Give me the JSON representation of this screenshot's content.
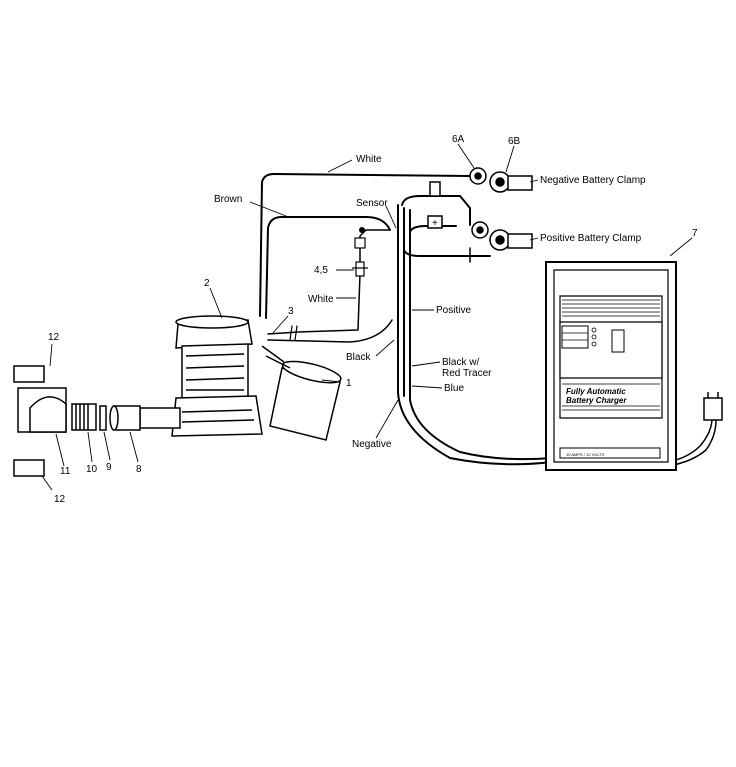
{
  "labels": {
    "white_top": "White",
    "brown": "Brown",
    "sensor": "Sensor",
    "ref_45": "4,5",
    "white_mid": "White",
    "positive": "Positive",
    "black": "Black",
    "black_red_tracer_line1": "Black w/",
    "black_red_tracer_line2": "Red Tracer",
    "blue": "Blue",
    "negative": "Negative",
    "negative_clamp": "Negative Battery Clamp",
    "positive_clamp": "Positive Battery Clamp",
    "plus_sign": "+"
  },
  "part_numbers": {
    "p1": "1",
    "p2": "2",
    "p3": "3",
    "p6a": "6A",
    "p6b": "6B",
    "p7": "7",
    "p8": "8",
    "p9": "9",
    "p10": "10",
    "p11": "11",
    "p12_top": "12",
    "p12_bottom": "12"
  },
  "charger": {
    "title_line1": "Fully Automatic",
    "title_line2": "Battery Charger",
    "rating": "10 AMPS / 12 VOLTS"
  },
  "colors": {
    "ink": "#000000",
    "background": "#ffffff"
  }
}
